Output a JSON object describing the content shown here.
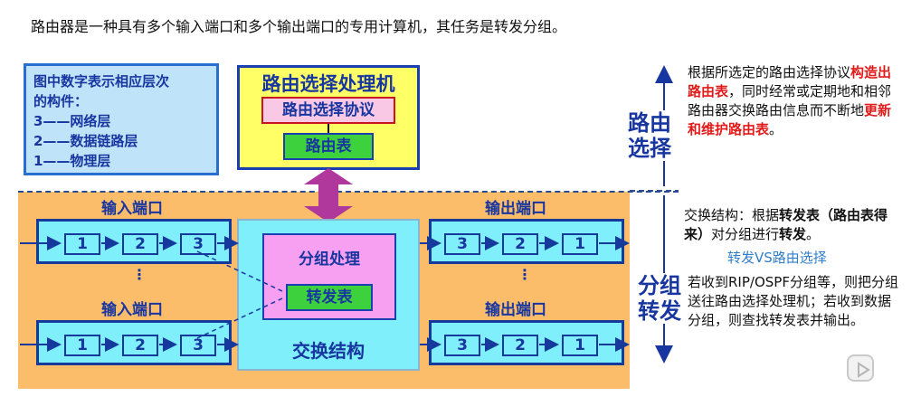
{
  "title": "路由器是一种具有多个输入端口和多个输出端口的专用计算机，其任务是转发分组。",
  "legend": {
    "lines": [
      "图中数字表示相应层次",
      "的构件：",
      "3——网络层",
      "2——数据链路层",
      "1——物理层"
    ]
  },
  "router": {
    "title": "路由选择处理机",
    "protocol": "路由选择协议",
    "table": "路由表"
  },
  "ports": {
    "input_label": "输入端口",
    "output_label": "输出端口",
    "dots": "⋮",
    "input_cells": [
      "1",
      "2",
      "3"
    ],
    "output_cells": [
      "3",
      "2",
      "1"
    ]
  },
  "switch": {
    "process": "分组处理",
    "forward_table": "转发表",
    "title": "交换结构"
  },
  "side": {
    "routing": [
      "路由",
      "选择"
    ],
    "forwarding": [
      "分组",
      "转发"
    ]
  },
  "desc_top": {
    "p1": "根据所选定的路由选择协议",
    "p2": "构造出路由表",
    "p3": "，同时经常或定期地和相邻路由器交换路由信息而不断地",
    "p4": "更新和维护路由表",
    "p5": "。"
  },
  "desc_mid": {
    "p1": "交换结构：根据",
    "p2": "转发表",
    "p3": "（路由表得来）",
    "p4": "对分组进行",
    "p5": "转发",
    "p6": "。"
  },
  "vs_label": "转发VS路由选择",
  "desc_bottom": "若收到RIP/OSPF分组等，则把分组送往路由选择处理机；若收到数据分组，则查找转发表并输出。",
  "colors": {
    "accent_blue": "#1836a0",
    "highlight_red": "#e31a1a",
    "orange": "#fbbd6a",
    "cyan": "#7feffb",
    "yellow": "#ffff66",
    "green": "#3ed13e",
    "pink": "#f7a0f2"
  }
}
